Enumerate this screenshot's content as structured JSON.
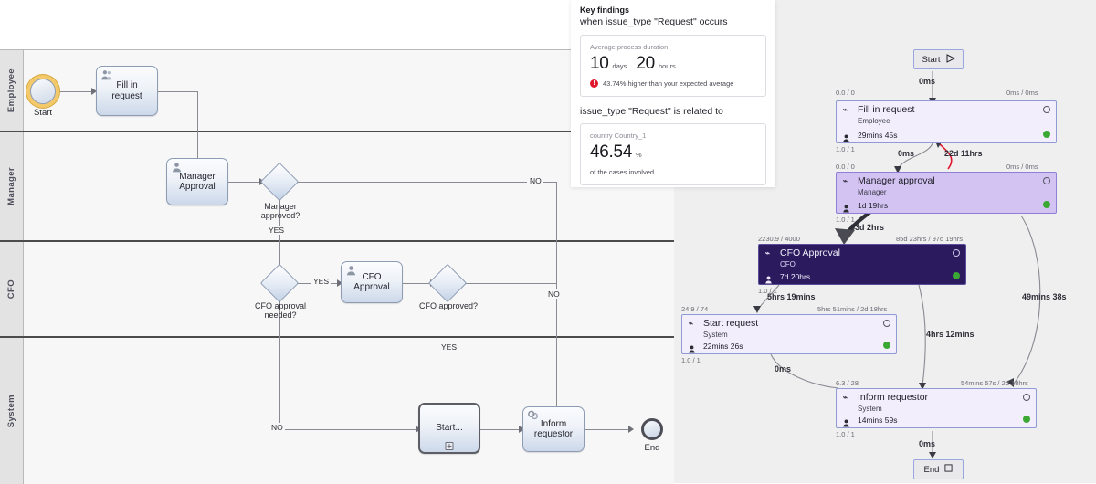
{
  "bpmn": {
    "lanes": [
      {
        "name": "Employee"
      },
      {
        "name": "Manager"
      },
      {
        "name": "CFO"
      },
      {
        "name": "System"
      }
    ],
    "events": [
      {
        "id": "start",
        "label": "Start"
      },
      {
        "id": "end",
        "label": "End"
      }
    ],
    "tasks": [
      {
        "id": "fill-in-request",
        "label": "Fill in request",
        "icon": "user-task-icon"
      },
      {
        "id": "manager-approval",
        "label": "Manager\nApproval",
        "line1": "Manager",
        "line2": "Approval",
        "icon": "user-task-icon"
      },
      {
        "id": "cfo-approval",
        "label": "CFO Approval",
        "icon": "user-task-icon"
      },
      {
        "id": "start-sub",
        "label": "Start...",
        "icon": "subprocess-icon"
      },
      {
        "id": "inform-requestor",
        "label": "Inform\nrequestor",
        "line1": "Inform",
        "line2": "requestor",
        "icon": "service-task-icon"
      }
    ],
    "gateways": [
      {
        "id": "manager-approved",
        "line1": "Manager",
        "line2": "approved?"
      },
      {
        "id": "cfo-approval-needed",
        "line1": "CFO approval",
        "line2": "needed?"
      },
      {
        "id": "cfo-approved",
        "line1": "CFO approved?",
        "line2": ""
      }
    ],
    "flow_labels": {
      "manager_no": "NO",
      "manager_yes": "YES",
      "cfo_needed_yes": "YES",
      "cfo_needed_no": "NO",
      "cfo_approved_no": "NO",
      "cfo_approved_yes": "YES"
    }
  },
  "findings": {
    "title": "Key findings",
    "subtitle": "when issue_type \"Request\" occurs",
    "duration_card": {
      "caption": "Average process duration",
      "value_days": "10",
      "unit_days": "days",
      "value_hours": "20",
      "unit_hours": "hours",
      "warning": "43.74% higher than your expected average",
      "warning_color": "#e0182d"
    },
    "related_heading": "issue_type \"Request\" is related to",
    "related_card": {
      "caption": "country Country_1",
      "value": "46.54",
      "unit": "%",
      "footnote": "of the cases involved"
    }
  },
  "process_map": {
    "start": {
      "label": "Start",
      "icon": "play-icon"
    },
    "end": {
      "label": "End",
      "icon": "stop-icon"
    },
    "nodes": [
      {
        "id": "fill-in-request",
        "title": "Fill in request",
        "role": "Employee",
        "duration": "29mins 45s",
        "top_left": "0.0 / 0",
        "top_right": "0ms / 0ms",
        "bottom_left": "1.0 / 1",
        "style": "light"
      },
      {
        "id": "manager-approval",
        "title": "Manager approval",
        "role": "Manager",
        "duration": "1d 19hrs",
        "top_left": "0.0 / 0",
        "top_right": "0ms / 0ms",
        "bottom_left": "1.0 / 1",
        "style": "purple"
      },
      {
        "id": "cfo-approval",
        "title": "CFO Approval",
        "role": "CFO",
        "duration": "7d 20hrs",
        "top_left": "2230.9 / 4000",
        "top_right": "85d 23hrs / 97d 19hrs",
        "bottom_left": "1.0 / 1",
        "style": "dark"
      },
      {
        "id": "start-request",
        "title": "Start request",
        "role": "System",
        "duration": "22mins 26s",
        "top_left": "24.9 / 74",
        "top_right": "5hrs 51mins / 2d 18hrs",
        "bottom_left": "1.0 / 1",
        "style": "light"
      },
      {
        "id": "inform-requestor",
        "title": "Inform requestor",
        "role": "System",
        "duration": "14mins 59s",
        "top_left": "6.3 / 28",
        "top_right": "54mins 57s / 2d 18hrs",
        "bottom_left": "1.0 / 1",
        "style": "light"
      }
    ],
    "edges": [
      {
        "id": "start-to-fill",
        "label": "0ms"
      },
      {
        "id": "fill-to-manager",
        "label": "0ms"
      },
      {
        "id": "manager-to-fill-rework",
        "label": "22d 11hrs",
        "color": "#e0182d"
      },
      {
        "id": "manager-to-cfo",
        "label": "83d 2hrs",
        "color": "#333333"
      },
      {
        "id": "cfo-to-start-request",
        "label": "5hrs 19mins"
      },
      {
        "id": "cfo-to-inform",
        "label": "4hrs 12mins"
      },
      {
        "id": "start-request-to-inform",
        "label": "0ms"
      },
      {
        "id": "manager-to-inform-long",
        "label": "49mins 38s"
      },
      {
        "id": "inform-to-end",
        "label": "0ms"
      }
    ]
  }
}
